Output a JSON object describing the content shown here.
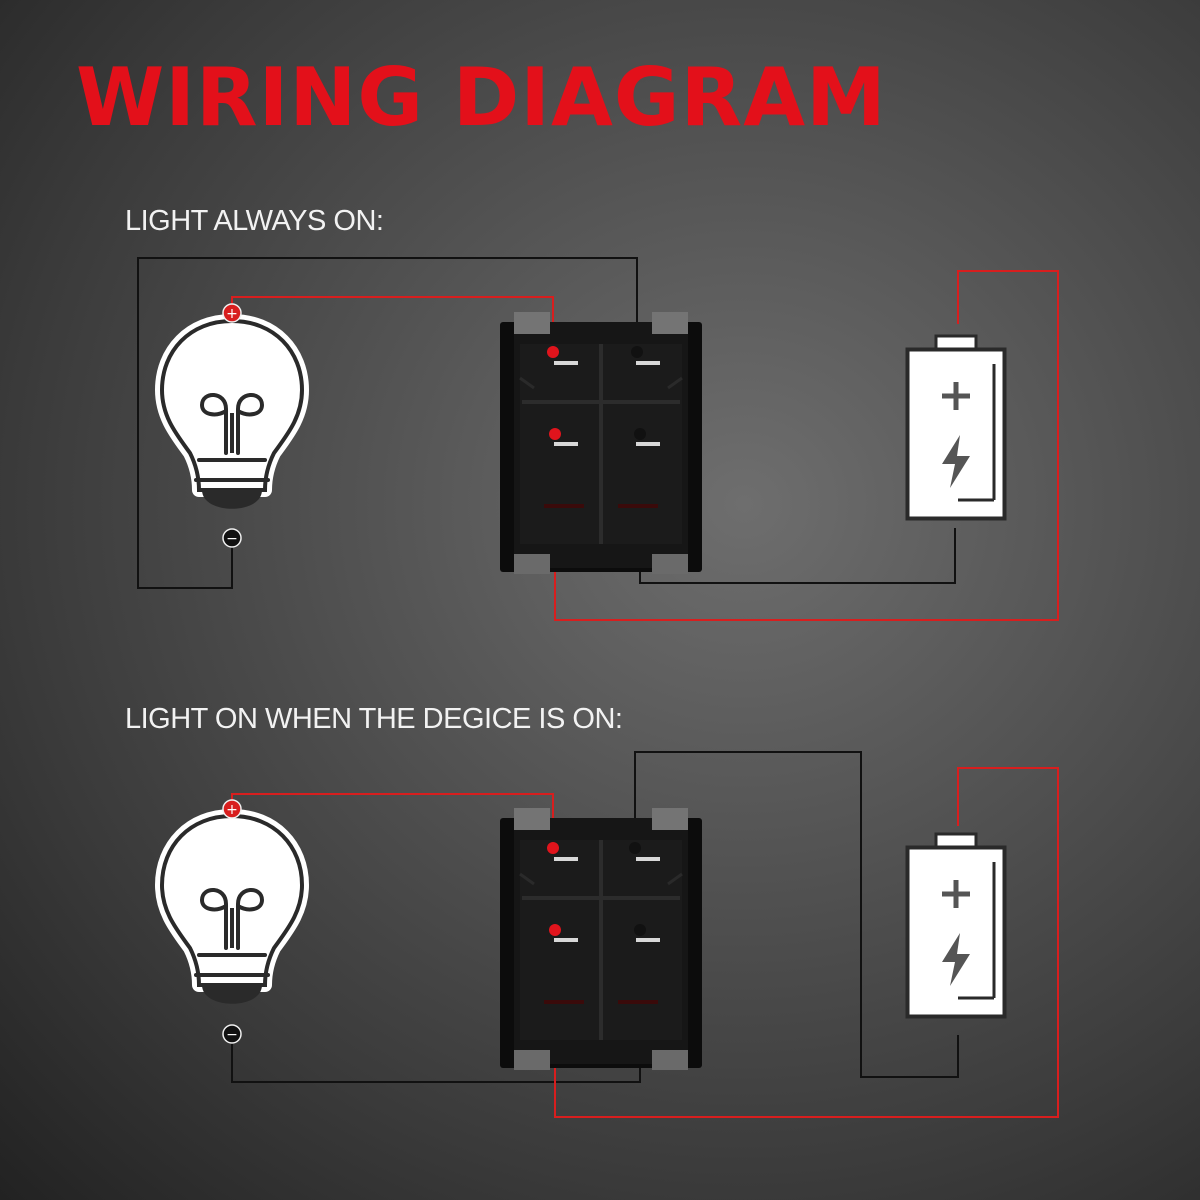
{
  "title": "WIRING DIAGRAM",
  "sections": [
    {
      "label": "LIGHT ALWAYS ON:"
    },
    {
      "label": "LIGHT ON WHEN THE DEGICE IS ON:"
    }
  ],
  "lamp": {
    "positive_symbol": "+",
    "negative_symbol": "−",
    "icon": "light-bulb-icon"
  },
  "battery": {
    "plus_symbol": "+",
    "icon": "battery-icon",
    "bolt_icon": "lightning-bolt-icon"
  },
  "switch": {
    "icon": "rocker-switch-icon"
  },
  "colors": {
    "title": "#e3101a",
    "positive_wire": "#d81e1e",
    "negative_wire": "#111111",
    "label": "#f2f2f2"
  }
}
